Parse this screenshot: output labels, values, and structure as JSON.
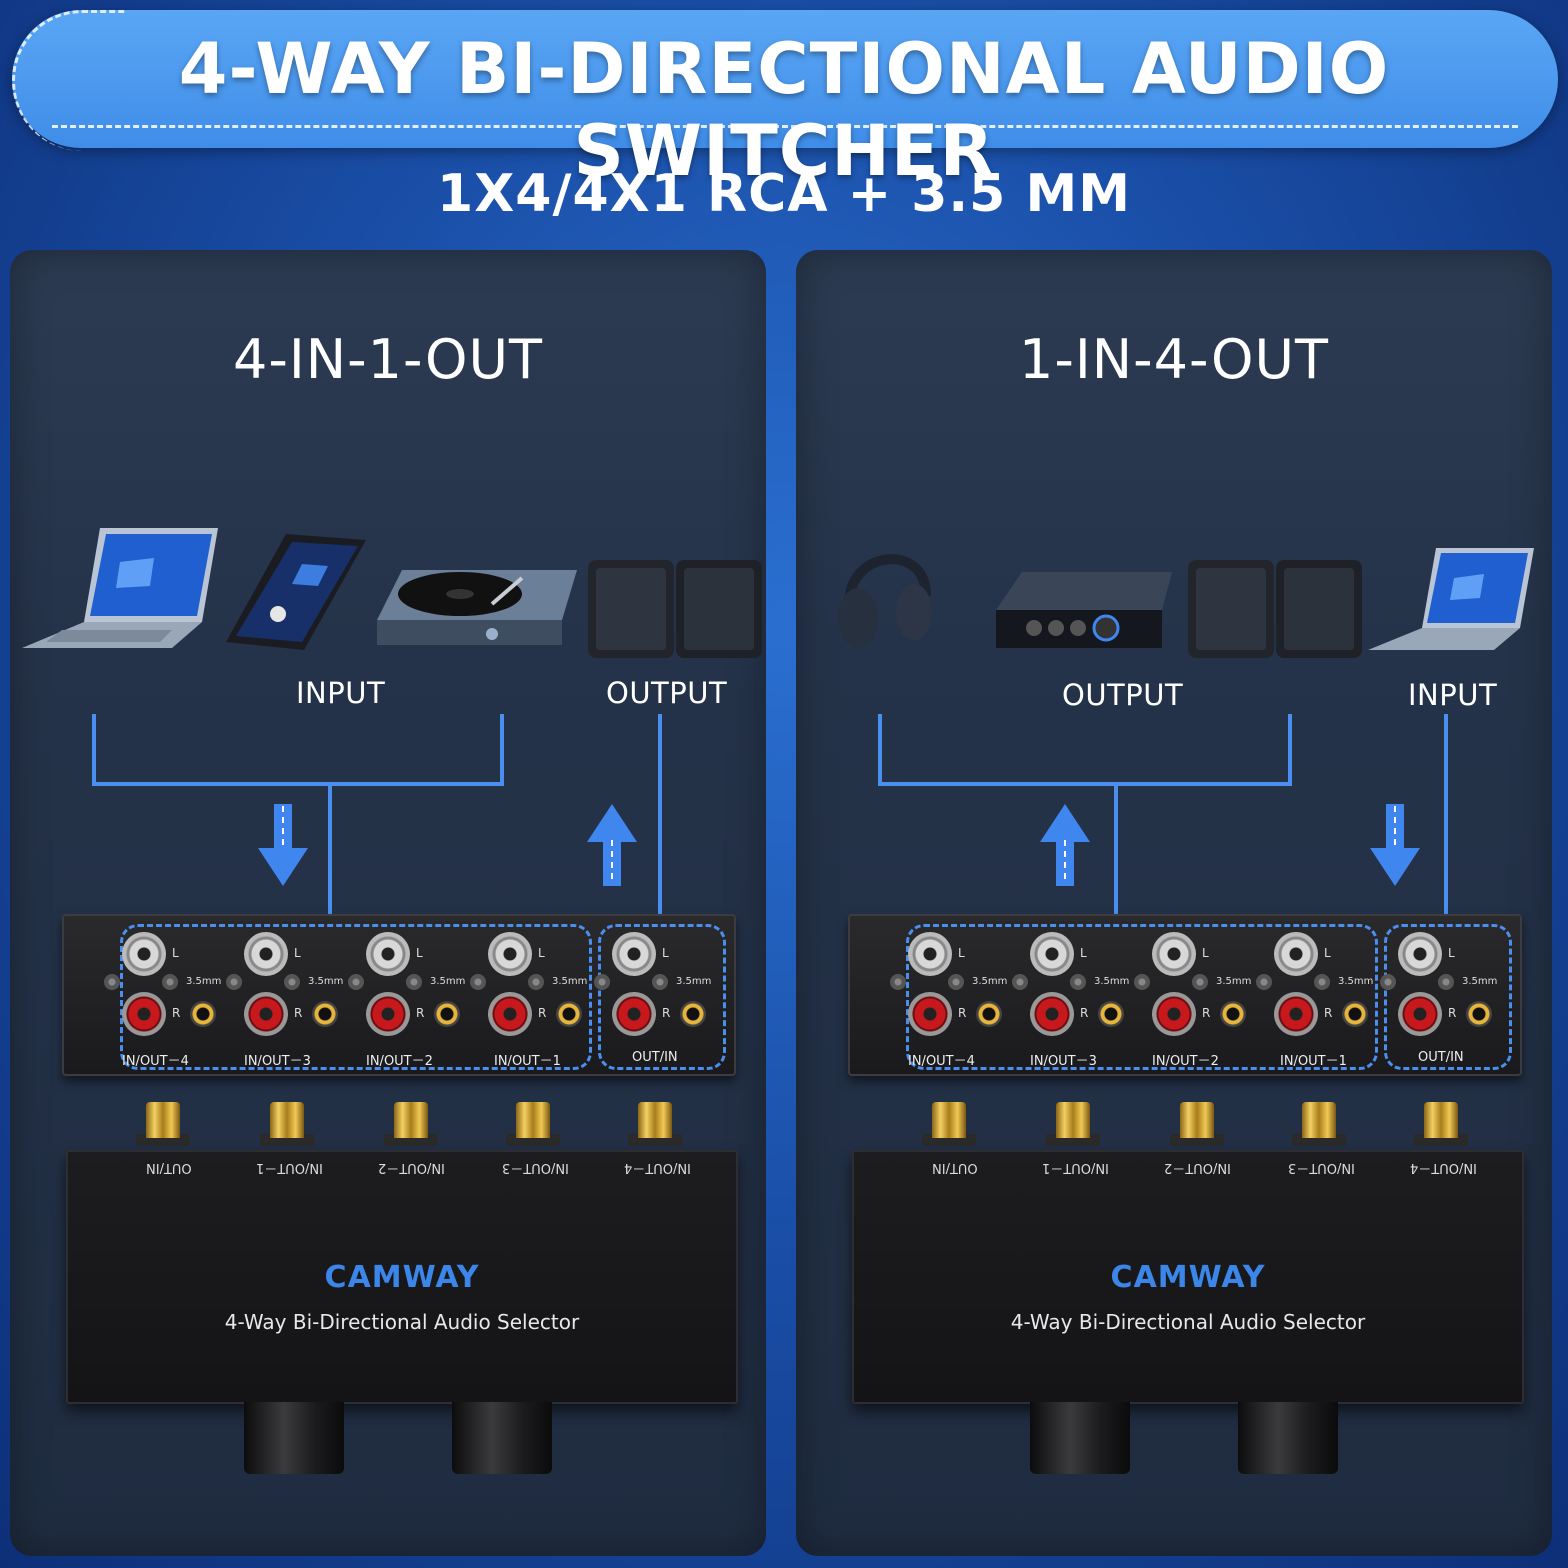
{
  "header": {
    "title": "4-WAY BI-DIRECTIONAL AUDIO SWITCHER",
    "subtitle": "1X4/4X1 RCA + 3.5 MM"
  },
  "colors": {
    "accent": "#4a8ef0",
    "brand": "#3b86e8",
    "banner": "#4a95ee",
    "rca_red": "#c7191d",
    "gold": "#e0b445"
  },
  "panels": [
    {
      "title": "4-IN-1-OUT",
      "label_a": "INPUT",
      "label_b": "OUTPUT",
      "devices": [
        "laptop-icon",
        "smartphone-icon",
        "turntable-icon",
        "speakers-icon"
      ]
    },
    {
      "title": "1-IN-4-OUT",
      "label_a": "OUTPUT",
      "label_b": "INPUT",
      "devices": [
        "headphones-icon",
        "amplifier-icon",
        "speakers-icon",
        "laptop-icon"
      ]
    }
  ],
  "rear_panel": {
    "port_labels": [
      "IN/OUT－4",
      "IN/OUT－3",
      "IN/OUT－2",
      "IN/OUT－1",
      "OUT/IN"
    ],
    "left": "L",
    "right": "R",
    "mini": "3.5mm"
  },
  "front_panel": {
    "port_labels": [
      "OUT/IN",
      "IN/OUT－1",
      "IN/OUT－2",
      "IN/OUT－3",
      "IN/OUT－4"
    ],
    "brand": "CAMWAY",
    "model": "4-Way Bi-Directional Audio Selector"
  }
}
